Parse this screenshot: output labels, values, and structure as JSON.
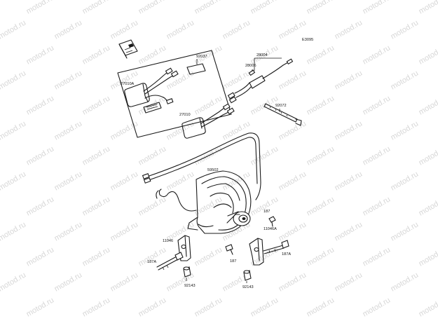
{
  "diagram_code": "E3095",
  "watermark_text": "motod.ru",
  "colors": {
    "ink": "#1a1a1a",
    "watermark": "#d7d7d7",
    "background": "#ffffff"
  },
  "parts": {
    "p27010a": "27010A",
    "p92037": "92037",
    "p28004": "28004",
    "p28006": "28006",
    "p92072": "92072",
    "p27010": "27010",
    "p59502": "59502",
    "p187_right": "187",
    "p11046a": "11046A",
    "p11046": "11046",
    "p187a_left": "187A",
    "p187_mid": "187",
    "p187a_right": "187A",
    "p92143_left": "92143",
    "p92143_right": "92143"
  }
}
